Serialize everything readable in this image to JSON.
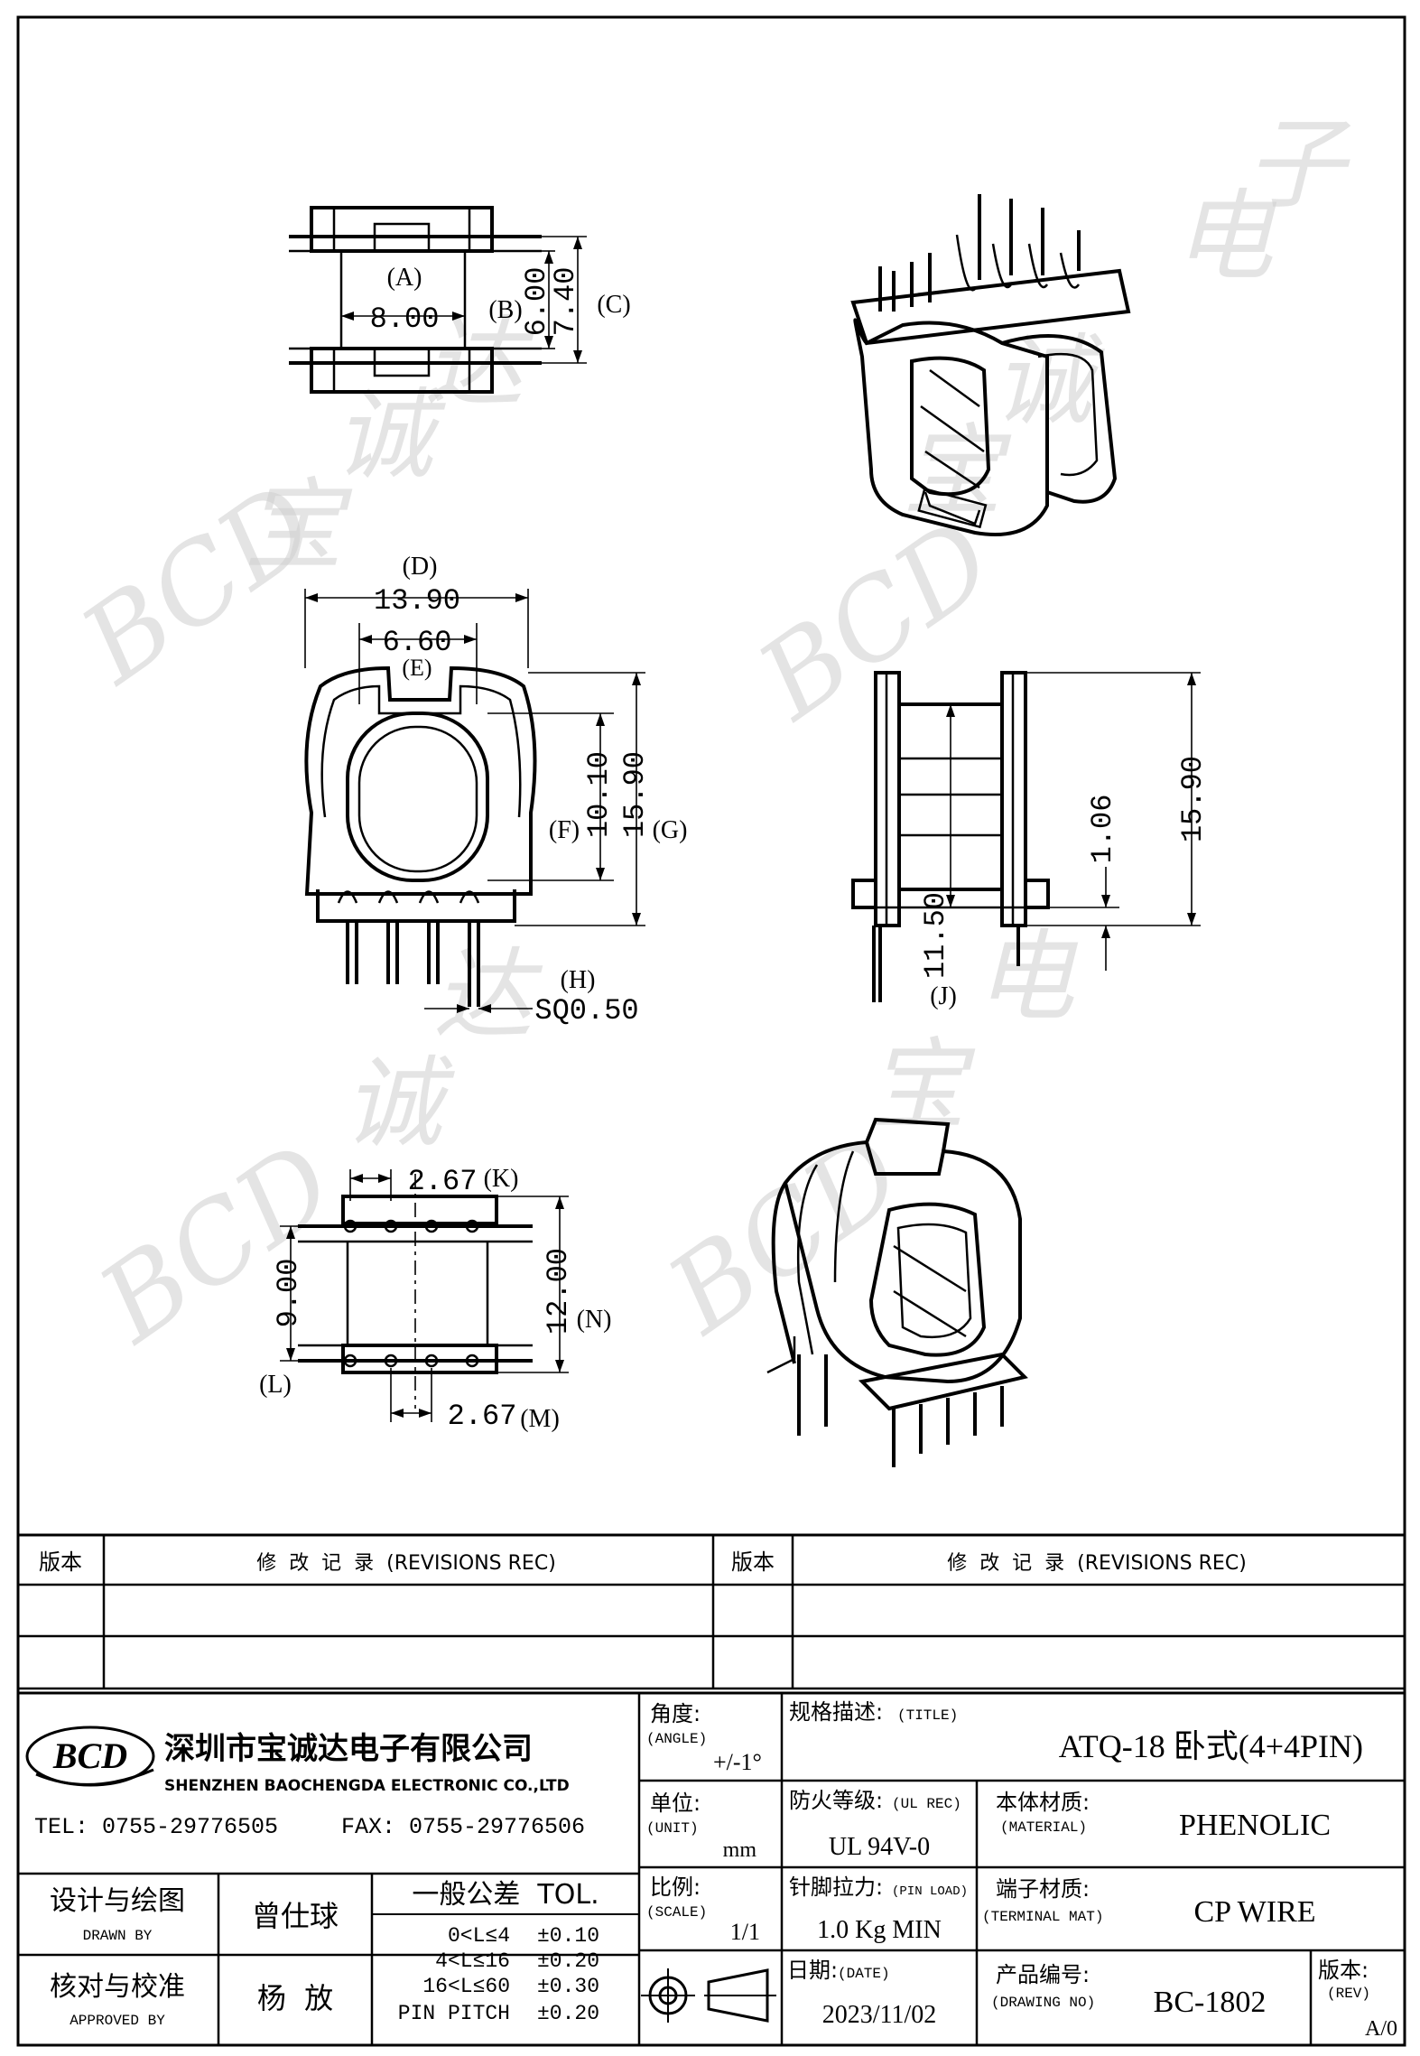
{
  "drawing": {
    "views": {
      "top": {
        "labels": [
          "(A)",
          "8.00",
          "(B)",
          "6.00",
          "7.40",
          "(C)"
        ]
      },
      "front": {
        "labels": [
          "(D)",
          "13.90",
          "6.60",
          "(E)",
          "(F)",
          "10.10",
          "15.90",
          "(G)",
          "(H)",
          "SQ0.50"
        ]
      },
      "side": {
        "labels": [
          "11.50",
          "(J)",
          "1.06",
          "15.90"
        ]
      },
      "bottom": {
        "labels": [
          "2.67",
          "(K)",
          "9.00",
          "12.00",
          "(N)",
          "(L)",
          "2.67",
          "(M)"
        ]
      }
    },
    "watermark": [
      "BCD",
      "宝",
      "诚",
      "达",
      "电",
      "子"
    ]
  },
  "revisions": {
    "left_header": {
      "rev": "版本",
      "title": "修  改  记  录  (REVISIONS REC)"
    },
    "right_header": {
      "rev": "版本",
      "title": "修  改  记  录  (REVISIONS REC)"
    }
  },
  "company": {
    "logo": "BCD",
    "name_cn": "深圳市宝诚达电子有限公司",
    "name_en": "SHENZHEN BAOCHENGDA ELECTRONIC CO.,LTD",
    "tel": "TEL: 0755-29776505",
    "fax": "FAX: 0755-29776506"
  },
  "title_block": {
    "angle": {
      "label": "角度:",
      "sub": "(ANGLE)",
      "value": "+/-1°"
    },
    "title": {
      "label": "规格描述:",
      "sub": "(TITLE)",
      "value": "ATQ-18 卧式(4+4PIN)"
    },
    "unit": {
      "label": "单位:",
      "sub": "(UNIT)",
      "value": "mm"
    },
    "ul_rec": {
      "label": "防火等级:",
      "sub": "(UL REC)",
      "value": "UL 94V-0"
    },
    "material": {
      "label": "本体材质:",
      "sub": "(MATERIAL)",
      "value": "PHENOLIC"
    },
    "scale": {
      "label": "比例:",
      "sub": "(SCALE)",
      "value": "1/1"
    },
    "pin_load": {
      "label": "针脚拉力:",
      "sub": "(PIN LOAD)",
      "value": "1.0 Kg MIN"
    },
    "terminal": {
      "label": "端子材质:",
      "sub": "(TERMINAL MAT)",
      "value": "CP WIRE"
    },
    "date": {
      "label": "日期:",
      "sub": "(DATE)",
      "value": "2023/11/02"
    },
    "drawing_no": {
      "label": "产品编号:",
      "sub": "(DRAWING NO)",
      "value": "BC-1802"
    },
    "rev": {
      "label": "版本:",
      "sub": "(REV)",
      "value": "A/0"
    },
    "drawn": {
      "label": "设计与绘图",
      "sub": "DRAWN BY",
      "value": "曾仕球"
    },
    "approved": {
      "label": "核对与校准",
      "sub": "APPROVED BY",
      "value": "杨  放"
    },
    "tolerance": {
      "header": "一般公差  TOL.",
      "rows": [
        {
          "range": "0<L≤4",
          "tol": "±0.10"
        },
        {
          "range": "4<L≤16",
          "tol": "±0.20"
        },
        {
          "range": "16<L≤60",
          "tol": "±0.30"
        },
        {
          "range": "PIN PITCH",
          "tol": "±0.20"
        }
      ]
    }
  }
}
